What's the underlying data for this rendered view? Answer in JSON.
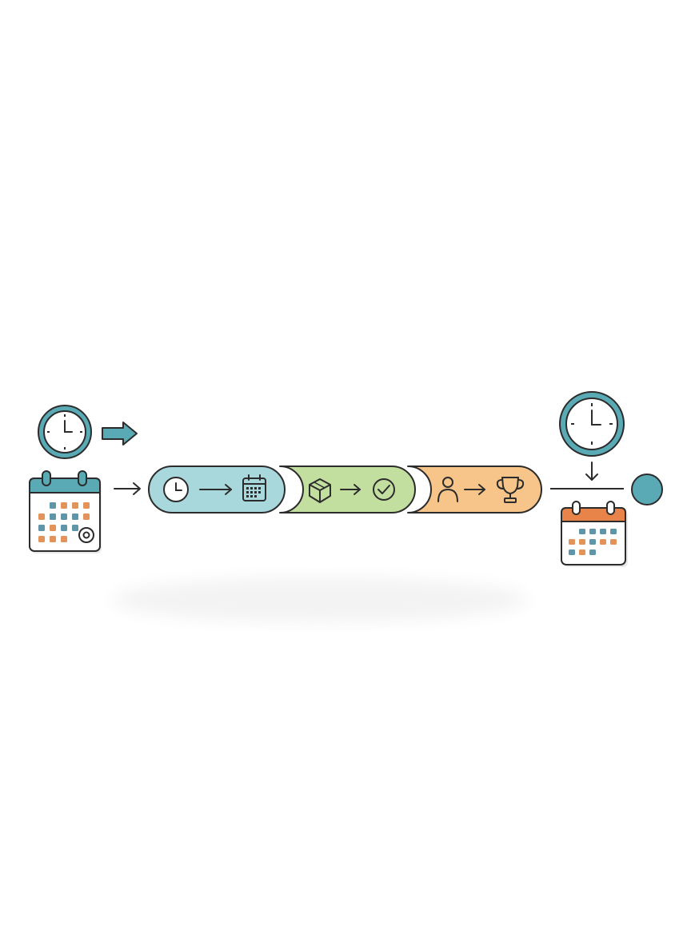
{
  "diagram": {
    "palette": {
      "teal": "#5aaab5",
      "teal_light": "#a8d8db",
      "green_light": "#c3df9f",
      "orange": "#e8834a",
      "orange_light": "#f7c489",
      "grid_blue": "#5f95a8",
      "grid_orange": "#e3935a",
      "outline": "#2c2c2c"
    },
    "start": {
      "icons": [
        "clock-icon",
        "arrow-right-icon",
        "calendar-icon",
        "target-icon"
      ]
    },
    "pipeline": {
      "stages": [
        {
          "name": "schedule",
          "icons": [
            "clock-icon",
            "arrow-right-icon",
            "calendar-icon"
          ],
          "fill": "#a8d8db"
        },
        {
          "name": "deliver",
          "icons": [
            "box-icon",
            "arrow-right-icon",
            "check-circle-icon"
          ],
          "fill": "#c3df9f"
        },
        {
          "name": "achieve",
          "icons": [
            "person-icon",
            "arrow-right-icon",
            "trophy-icon"
          ],
          "fill": "#f7c489"
        }
      ]
    },
    "end": {
      "icons": [
        "clock-icon",
        "arrow-down-icon",
        "calendar-icon",
        "endpoint-circle-icon"
      ]
    }
  }
}
